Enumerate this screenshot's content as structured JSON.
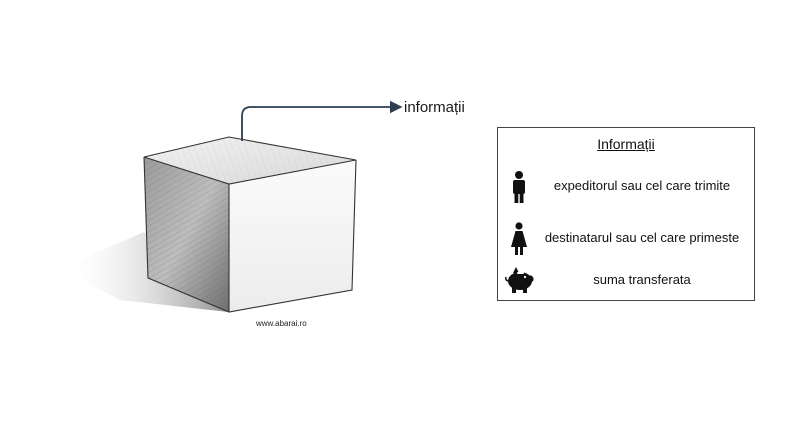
{
  "diagram": {
    "arrow_label": "informații",
    "website": "www.abarai.ro"
  },
  "legend": {
    "title": "Informații",
    "items": [
      {
        "icon": "man-icon",
        "label": "expeditorul sau cel care trimite"
      },
      {
        "icon": "woman-icon",
        "label": "destinatarul sau cel care primeste"
      },
      {
        "icon": "piggy-bank-icon",
        "label": "suma transferata"
      }
    ]
  }
}
